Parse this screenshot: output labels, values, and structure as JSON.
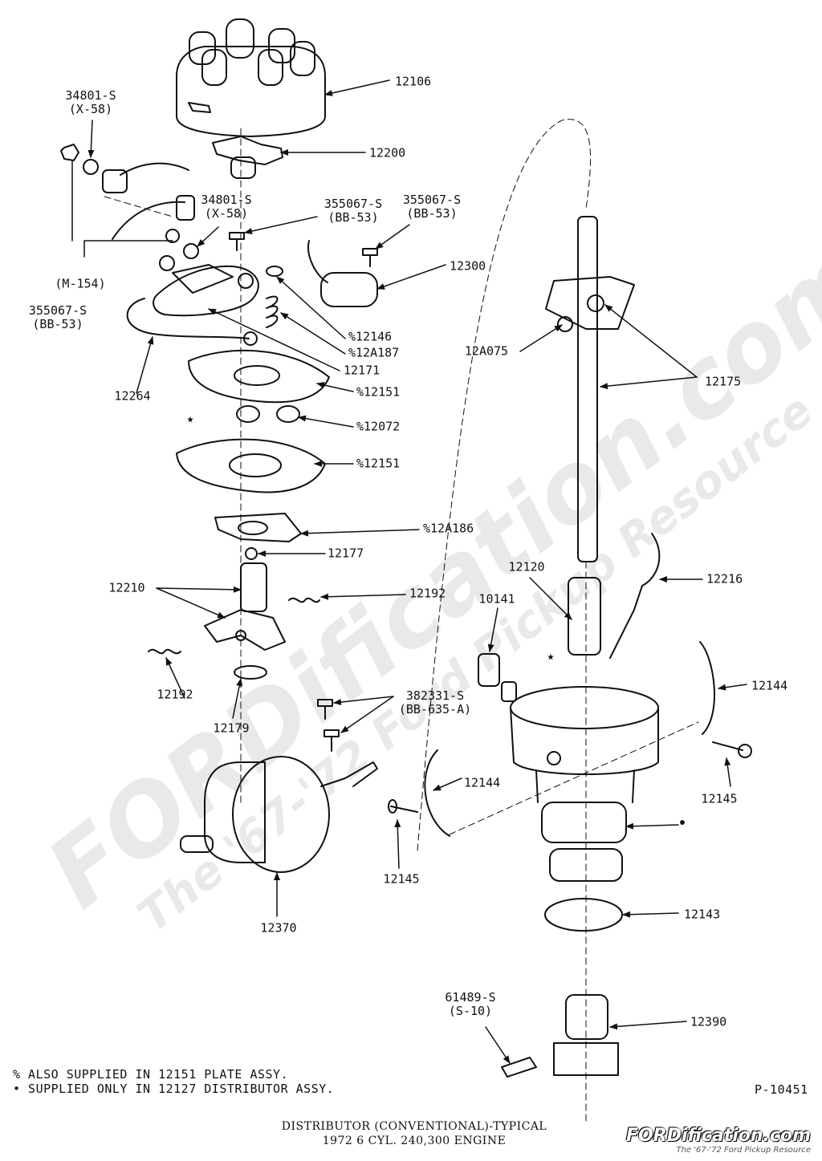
{
  "watermark": {
    "main": "FORDification.com",
    "sub": "The '67-'72 Ford Pickup Resource"
  },
  "callouts": {
    "p12106": "12106",
    "p34801_left": "34801-S\n(X-58)",
    "p12200": "12200",
    "p34801_mid": "34801-S\n(X-58)",
    "p355067_mid": "355067-S\n(BB-53)",
    "p355067_right": "355067-S\n(BB-53)",
    "p12300": "12300",
    "m154": "(M-154)",
    "p355067_left": "355067-S\n(BB-53)",
    "p12146": "%12146",
    "p12A187": "%12A187",
    "p12171": "12171",
    "p12264": "12264",
    "p12151_upper": "%12151",
    "p12072": "%12072",
    "p12151_lower": "%12151",
    "p12A186": "%12A186",
    "p12177": "12177",
    "p12210": "12210",
    "p12192_right": "12192",
    "p12192_left": "12192",
    "p12179": "12179",
    "p382331": "382331-S\n(BB-635-A)",
    "p12144_mid": "12144",
    "p12145_mid": "12145",
    "p12370": "12370",
    "p12A075": "12A075",
    "p12175": "12175",
    "p12120": "12120",
    "p10141": "10141",
    "p12216": "12216",
    "p12144_right": "12144",
    "p12145_right": "12145",
    "p12143": "12143",
    "p61489": "61489-S\n(S-10)",
    "p12390": "12390",
    "star1": "★",
    "star2": "★",
    "dot": "•"
  },
  "notes": {
    "line1": "% ALSO SUPPLIED IN 12151 PLATE ASSY.",
    "line2": "• SUPPLIED ONLY IN 12127 DISTRIBUTOR ASSY.",
    "ref": "P-10451"
  },
  "caption": {
    "line1": "DISTRIBUTOR (CONVENTIONAL)-TYPICAL",
    "line2": "1972  6 CYL. 240,300 ENGINE"
  },
  "brand": {
    "name": "FORDification.com",
    "tagline": "The '67-'72 Ford Pickup Resource"
  }
}
